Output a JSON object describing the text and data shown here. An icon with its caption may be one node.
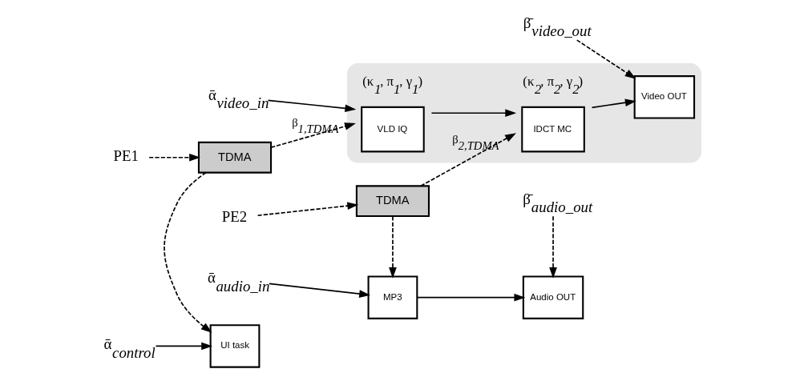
{
  "diagram": {
    "nodes": [
      {
        "text": [],
        "shape": "box"
      },
      {
        "text": [
          "ᾱ$_{video_in}$"
        ]
      },
      {
        "text": [
          "VLD IQ"
        ],
        "in": 0,
        "beside": [
          "(κ$_{1}$, π$_{1}$, γ$_{1}$)"
        ]
      },
      {
        "text": [
          "IDCT MC"
        ],
        "in": 0,
        "beside": [
          "(κ$_{2}$, π$_{2}$, γ$_{2}$)"
        ]
      },
      {
        "text": [
          "Video OUT"
        ],
        "in": 0
      },
      {
        "text": [
          "β̄$_{video_out}$"
        ]
      },
      {
        "text": [
          "PE1"
        ]
      },
      {
        "text": [
          "TDMA"
        ]
      },
      {
        "text": [
          "PE2"
        ]
      },
      {
        "text": [
          "TDMA"
        ]
      },
      {
        "text": [
          "β̄$_{audio_out}$"
        ]
      },
      {
        "text": [
          "ᾱ$_{control}$"
        ]
      },
      {
        "text": [
          "UI task"
        ]
      },
      {
        "text": [
          "ᾱ$_{audio_in}$"
        ]
      },
      {
        "text": [
          "MP3"
        ]
      },
      {
        "text": [
          "Audio OUT"
        ]
      }
    ],
    "edges": [
      {
        "from": 1,
        "to": 2,
        "arrow": "to"
      },
      {
        "from": 2,
        "to": 3,
        "arrow": "to"
      },
      {
        "from": 3,
        "to": 4,
        "arrow": "to"
      },
      {
        "from": 5,
        "to": 4,
        "arrow": "to",
        "style": "dashed"
      },
      {
        "from": 7,
        "to": 2,
        "arrow": "to",
        "style": "dashed",
        "label": "β$_{1,TDMA}$"
      },
      {
        "from": 6,
        "to": 7,
        "arrow": "to",
        "style": "dashed"
      },
      {
        "from": 7,
        "to": 12,
        "arrow": "to",
        "style": "dashed"
      },
      {
        "from": 8,
        "to": 9,
        "arrow": "to",
        "style": "dashed"
      },
      {
        "from": 9,
        "to": 3,
        "arrow": "to",
        "style": "dashed",
        "label": "β$_{2,TDMA}$"
      },
      {
        "from": 9,
        "to": 14,
        "arrow": "to",
        "style": "dashed"
      },
      {
        "from": 10,
        "to": 15,
        "arrow": "to",
        "style": "dashed"
      },
      {
        "from": 11,
        "to": 12,
        "arrow": "to"
      },
      {
        "from": 13,
        "to": 14,
        "arrow": "to"
      },
      {
        "from": 14,
        "to": 15,
        "arrow": "to"
      }
    ]
  }
}
